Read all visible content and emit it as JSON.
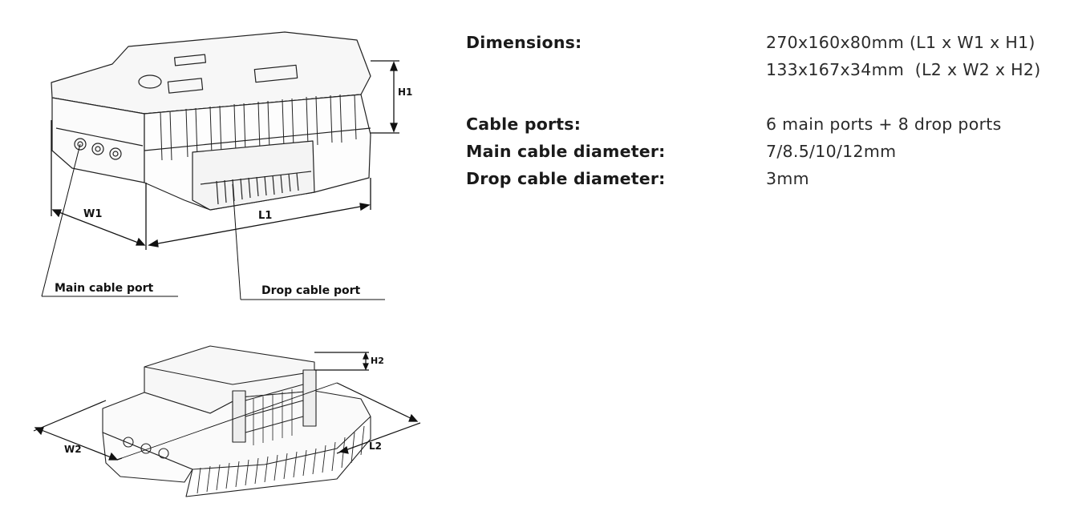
{
  "diagram_top": {
    "labels": {
      "h1": "H1",
      "w1": "W1",
      "l1": "L1",
      "main_port": "Main cable port",
      "drop_port": "Drop cable port"
    }
  },
  "diagram_bottom": {
    "labels": {
      "h2": "H2",
      "w2": "W2",
      "l2": "L2"
    }
  },
  "specs": {
    "dimensions_label": "Dimensions:",
    "dimensions_value_1": "270x160x80mm (L1 x W1 x H1)",
    "dimensions_value_2": "133x167x34mm  (L2 x W2 x H2)",
    "cable_ports_label": "Cable ports:",
    "cable_ports_value": "6 main ports + 8 drop ports",
    "main_diameter_label": "Main cable diameter:",
    "main_diameter_value": "7/8.5/10/12mm",
    "drop_diameter_label": "Drop cable diameter:",
    "drop_diameter_value": "3mm"
  }
}
